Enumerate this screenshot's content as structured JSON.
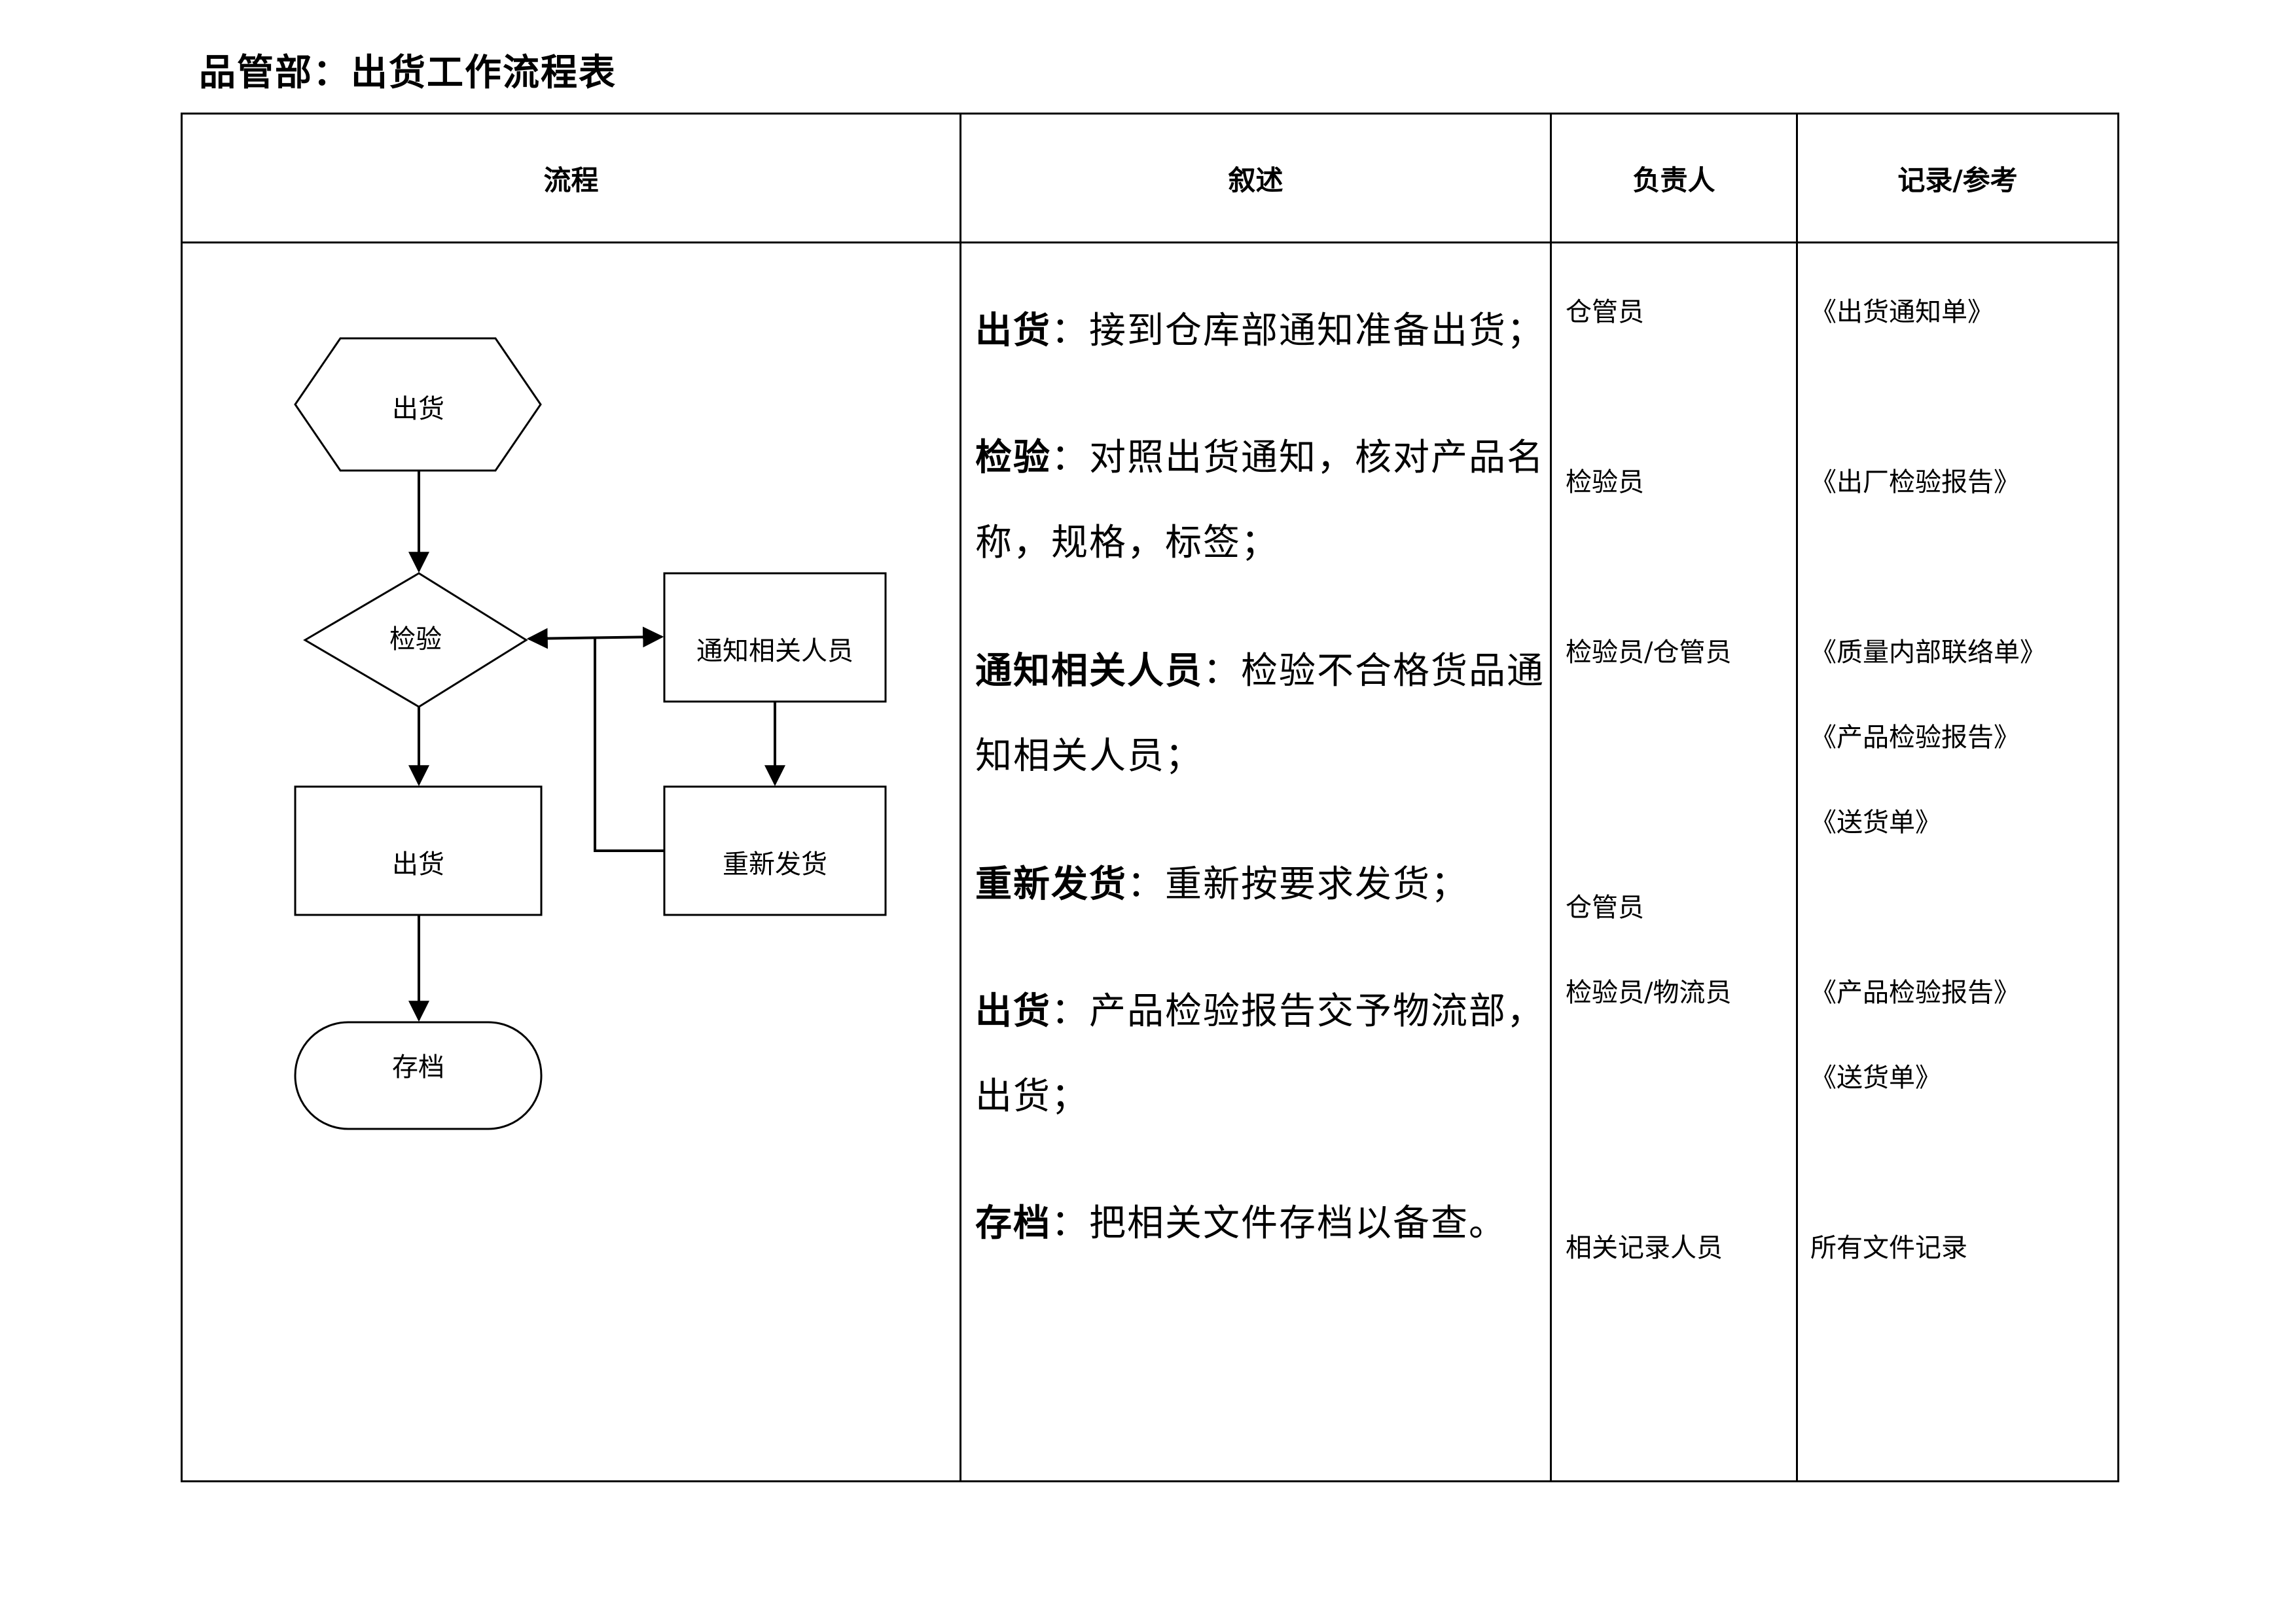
{
  "title": "品管部：出货工作流程表",
  "headers": {
    "process": "流程",
    "description": "叙述",
    "owner": "负责人",
    "records": "记录/参考"
  },
  "flowchart": {
    "start": "出货",
    "inspect": "检验",
    "notify": "通知相关人员",
    "reship": "重新发货",
    "ship": "出货",
    "archive": "存档"
  },
  "descriptions": [
    {
      "term": "出货",
      "colon": "：",
      "text": "接到仓库部通知准备出货；"
    },
    {
      "term": "检验",
      "colon": "：",
      "text": "对照出货通知，核对产品名称，规格，标签；"
    },
    {
      "term": "通知相关人员",
      "colon": "：",
      "text": "检验不合格货品通知相关人员；"
    },
    {
      "term": "重新发货",
      "colon": "：",
      "text": "重新按要求发货；"
    },
    {
      "term": "出货",
      "colon": "：",
      "text": "产品检验报告交予物流部，出货；"
    },
    {
      "term": "存档",
      "colon": "：",
      "text": "把相关文件存档以备查。"
    }
  ],
  "owners": [
    "仓管员",
    "检验员",
    "检验员/仓管员",
    "仓管员",
    "检验员/物流员",
    "相关记录人员"
  ],
  "records": [
    "《出货通知单》",
    "《出厂检验报告》",
    "《质量内部联络单》",
    "《产品检验报告》",
    "《送货单》",
    "《产品检验报告》",
    "《送货单》",
    "所有文件记录"
  ]
}
